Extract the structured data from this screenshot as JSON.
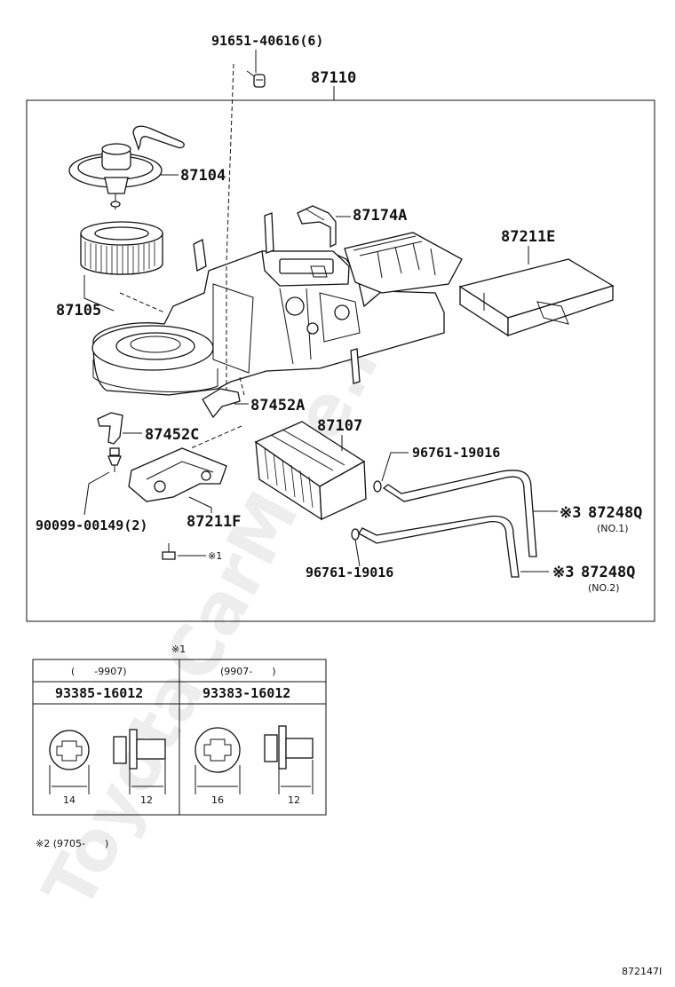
{
  "diagram": {
    "watermark": "ToyotaCarMine.ru",
    "image_code": "872147I",
    "parts": {
      "assembly": "87110",
      "screw_top": "91651-40616(6)",
      "motor": "87104",
      "fan": "87105",
      "bracket_a": "87174A",
      "duct_e": "87211E",
      "bracket_452a": "87452A",
      "core": "87107",
      "oring_upper": "96761-19016",
      "oring_lower": "96761-19016",
      "bracket_452c": "87452C",
      "clip": "90099-00149(2)",
      "duct_f": "87211F",
      "hose_1": "87248Q",
      "hose_1_sub": "(NO.1)",
      "hose_2": "87248Q",
      "hose_2_sub": "(NO.2)",
      "bolt_ref": "※1",
      "hose_ref": "※3"
    },
    "table": {
      "title": "※1",
      "columns": [
        {
          "range": "(　　-9907)",
          "part_no": "93385-16012",
          "dims": [
            "14",
            "12"
          ]
        },
        {
          "range": "(9907-　　)",
          "part_no": "93383-16012",
          "dims": [
            "16",
            "12"
          ]
        }
      ]
    },
    "footnote": "※2 (9705-　　)"
  }
}
